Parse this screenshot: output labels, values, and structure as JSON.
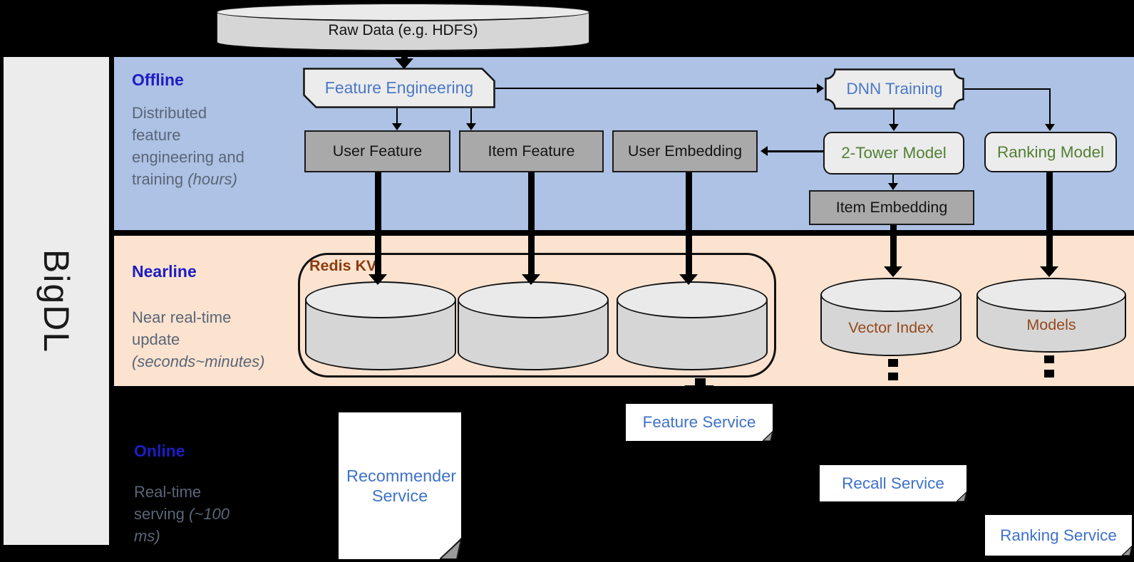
{
  "brand": "BigDL",
  "colors": {
    "panel_blue": "#adc2e4",
    "panel_orange": "#fbe3d0",
    "header_blue": "#1d1dc3",
    "desc_gray": "#5a6577",
    "node_blue": "#4a78c8",
    "node_green": "#538033",
    "store_brown": "#8c3c0e",
    "cyl_brown": "#96491c",
    "service_blue": "#3e72c8"
  },
  "raw_data": {
    "label": "Raw Data (e.g. HDFS)"
  },
  "lanes": {
    "offline": {
      "title": "Offline",
      "desc": "Distributed feature engineering and training",
      "desc_italic": "(hours)"
    },
    "nearline": {
      "title": "Nearline",
      "desc": "Near real-time update",
      "desc_italic": "(seconds~minutes)"
    },
    "online": {
      "title": "Online",
      "desc": "Real-time serving",
      "desc_italic": "(~100 ms)"
    }
  },
  "nodes": {
    "feature_engineering": {
      "label": "Feature Engineering"
    },
    "dnn_training": {
      "label": "DNN Training"
    },
    "user_feature": {
      "label": "User Feature"
    },
    "item_feature": {
      "label": "Item Feature"
    },
    "user_embedding": {
      "label": "User Embedding"
    },
    "two_tower_model": {
      "label": "2-Tower Model"
    },
    "ranking_model": {
      "label": "Ranking Model"
    },
    "item_embedding": {
      "label": "Item Embedding"
    },
    "redis_kv": {
      "label": "Redis KV"
    },
    "vector_index": {
      "label": "Vector Index"
    },
    "models": {
      "label": "Models"
    },
    "recommender_service": {
      "label": "Recommender Service"
    },
    "feature_service": {
      "label": "Feature Service"
    },
    "recall_service": {
      "label": "Recall Service"
    },
    "ranking_service": {
      "label": "Ranking Service"
    }
  }
}
